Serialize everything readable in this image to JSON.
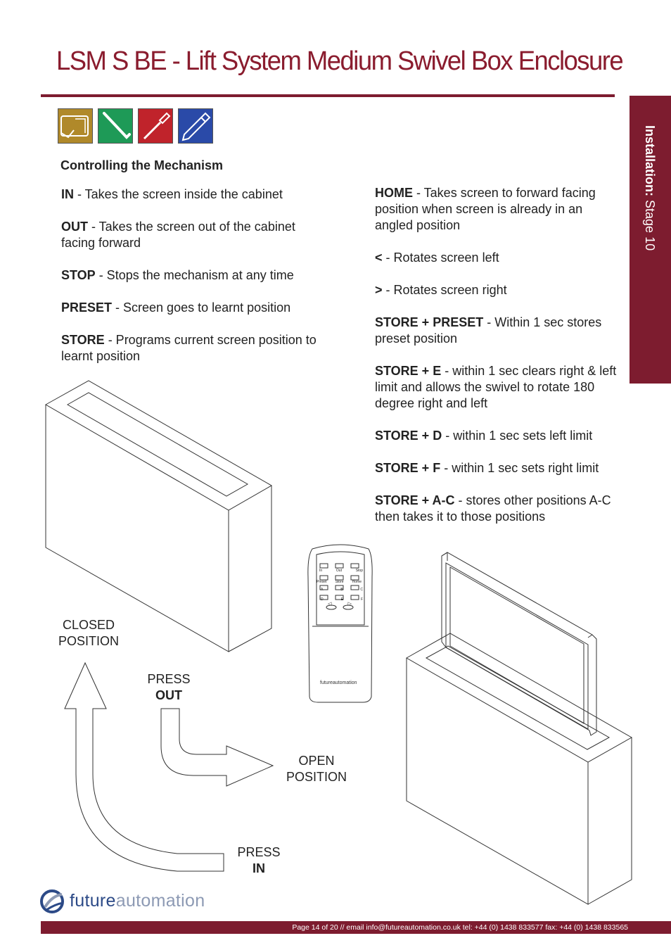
{
  "header": {
    "title": "LSM S BE - Lift System Medium Swivel Box Enclosure"
  },
  "side_tab": {
    "bold": "Installation:",
    "rest": "Stage 10"
  },
  "tools": [
    {
      "name": "tape-measure-icon",
      "color": "#b0892a"
    },
    {
      "name": "allen-key-icon",
      "color": "#1e9a57"
    },
    {
      "name": "screwdriver-icon",
      "color": "#c0232b"
    },
    {
      "name": "pencil-icon",
      "color": "#2a4aa8"
    }
  ],
  "section_title": "Controlling the Mechanism",
  "left_items": [
    {
      "key": "IN",
      "desc": " - Takes the screen inside the cabinet"
    },
    {
      "key": "OUT",
      "desc": " - Takes the screen out of the cabinet facing forward"
    },
    {
      "key": "STOP",
      "desc": " - Stops the mechanism at any time"
    },
    {
      "key": "PRESET",
      "desc": " - Screen goes to learnt position"
    },
    {
      "key": "STORE",
      "desc": " - Programs current screen position to learnt position"
    }
  ],
  "right_items": [
    {
      "key": "HOME",
      "desc": " - Takes screen to forward facing position when screen is already in an angled position"
    },
    {
      "key": "<",
      "desc": " - Rotates screen left"
    },
    {
      "key": ">",
      "desc": " - Rotates screen right"
    },
    {
      "key": "STORE + PRESET",
      "desc": " - Within 1 sec stores preset position"
    },
    {
      "key": "STORE + E",
      "desc": " - within 1 sec clears right & left limit and allows the swivel to rotate 180 degree right and left"
    },
    {
      "key": "STORE + D",
      "desc": " - within 1 sec sets left limit"
    },
    {
      "key": "STORE + F",
      "desc": " - within 1 sec sets right limit"
    },
    {
      "key": "STORE + A-C",
      "desc": " - stores other positions A-C then takes it to those positions"
    }
  ],
  "diagram": {
    "closed_l1": "CLOSED",
    "closed_l2": "POSITION",
    "press_out_l1": "PRESS",
    "press_out_l2": "OUT",
    "open_l1": "OPEN",
    "open_l2": "POSITION",
    "press_in_l1": "PRESS",
    "press_in_l2": "IN",
    "remote": {
      "row1": [
        "In",
        "Out",
        "Stop"
      ],
      "row2": [
        "Preset",
        "Store",
        "Home"
      ],
      "row3": [
        "A",
        "B",
        "C"
      ],
      "row4": [
        "D",
        "E",
        "F"
      ],
      "arrows": [
        "◁",
        "▷"
      ],
      "brand": "futureautomation"
    }
  },
  "footer": {
    "brand_part1": "future",
    "brand_part2": "automation",
    "text": "Page 14 of 20 // email info@futureautomation.co.uk  tel: +44 (0) 1438 833577  fax: +44 (0) 1438 833565"
  }
}
